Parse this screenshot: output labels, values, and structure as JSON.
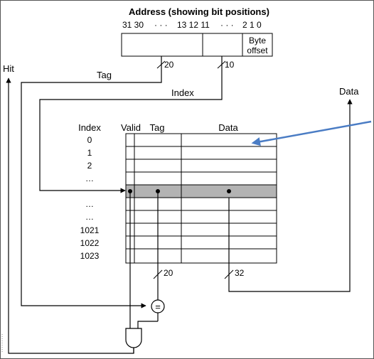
{
  "diagram": {
    "title": "Address (showing bit positions)",
    "bit_positions": {
      "left": "31 30",
      "dots1": "· · ·",
      "mid": "13 12 11",
      "dots2": "· · ·",
      "right": "2  1 0"
    },
    "byte_offset_line1": "Byte",
    "byte_offset_line2": "offset",
    "labels": {
      "hit": "Hit",
      "tag": "Tag",
      "index": "Index",
      "data_out": "Data"
    },
    "widths": {
      "tag_bits": "20",
      "index_bits": "10",
      "tag_compare_bits": "20",
      "data_bits": "32"
    },
    "table": {
      "headers": {
        "index": "Index",
        "valid": "Valid",
        "tag": "Tag",
        "data": "Data"
      },
      "rows": [
        "0",
        "1",
        "2",
        "…",
        "",
        "…",
        "…",
        "1021",
        "1022",
        "1023"
      ]
    },
    "comparator_symbol": "="
  },
  "colors": {
    "line": "#000000",
    "highlight_row": "#b3b3b3",
    "arrow_blue": "#4a7cc4"
  }
}
